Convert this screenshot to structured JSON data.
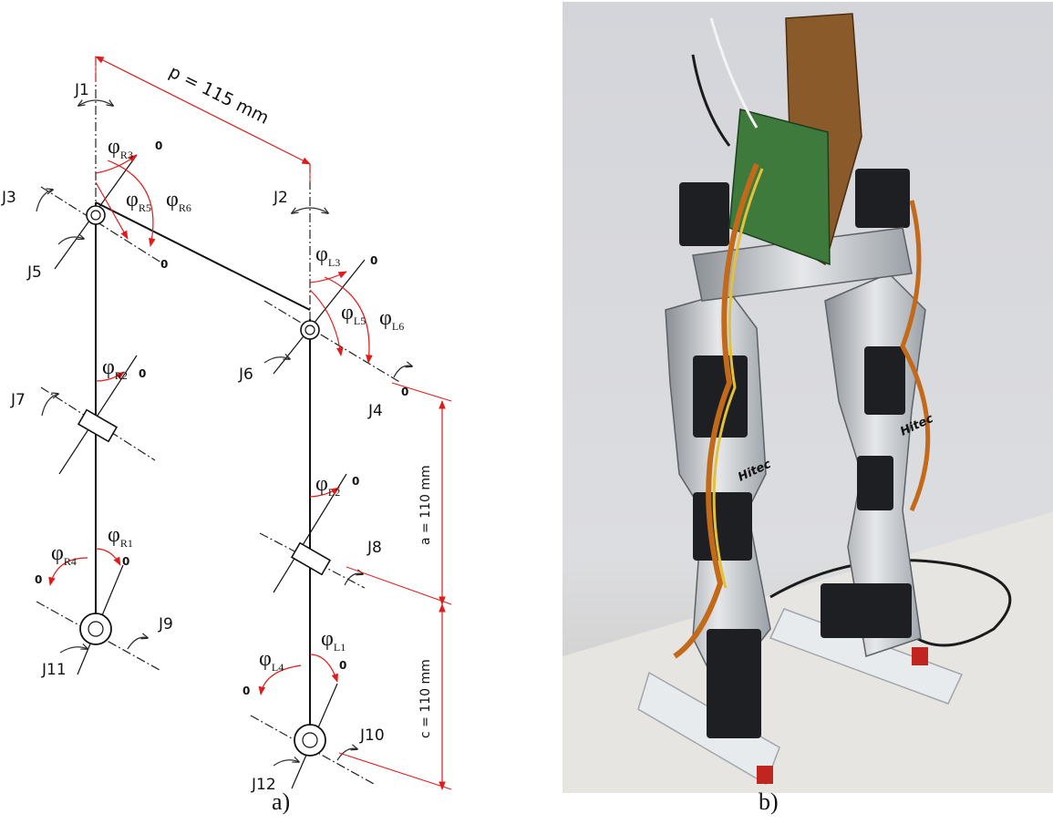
{
  "colors": {
    "dimension": "#e01b1b",
    "structure": "#111111",
    "photo_background": "#d8d9dc"
  },
  "panel_a": {
    "caption": "a)",
    "dim_p": "p = 115 mm",
    "dim_a": "a = 110 mm",
    "dim_c": "c = 110 mm",
    "joints": [
      "J1",
      "J2",
      "J3",
      "J4",
      "J5",
      "J6",
      "J7",
      "J8",
      "J9",
      "J10",
      "J11",
      "J12"
    ],
    "angles": {
      "R1": {
        "base": "φ",
        "sub": "R1"
      },
      "R2": {
        "base": "φ",
        "sub": "R2"
      },
      "R3": {
        "base": "φ",
        "sub": "R3"
      },
      "R4": {
        "base": "φ",
        "sub": "R4"
      },
      "R5": {
        "base": "φ",
        "sub": "R5"
      },
      "R6": {
        "base": "φ",
        "sub": "R6"
      },
      "L1": {
        "base": "φ",
        "sub": "L1"
      },
      "L2": {
        "base": "φ",
        "sub": "L2"
      },
      "L3": {
        "base": "φ",
        "sub": "L3"
      },
      "L4": {
        "base": "φ",
        "sub": "L4"
      },
      "L5": {
        "base": "φ",
        "sub": "L5"
      },
      "L6": {
        "base": "φ",
        "sub": "L6"
      }
    },
    "zero": "0"
  },
  "panel_b": {
    "caption": "b)",
    "servo_brand_left": "Hitec",
    "servo_brand_right": "Hitec"
  }
}
